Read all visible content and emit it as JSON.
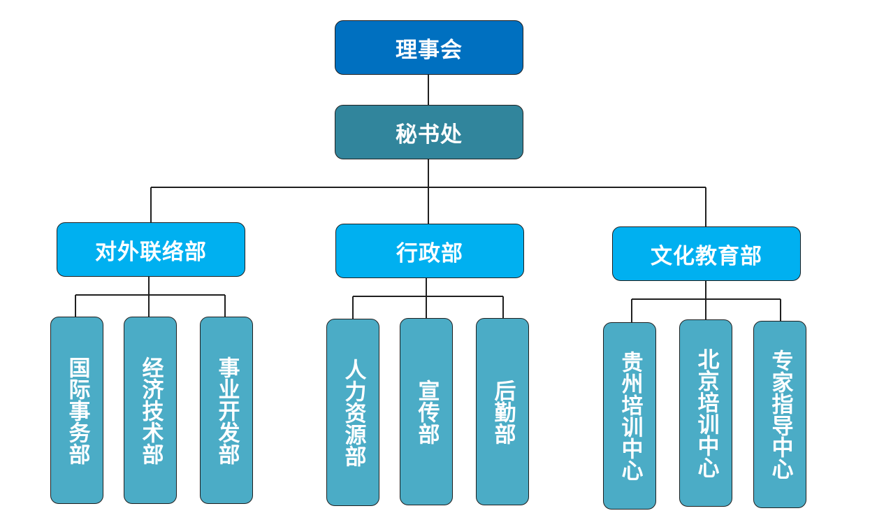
{
  "colors": {
    "root": "#0070c0",
    "secretariat": "#31859c",
    "department": "#00b0f0",
    "unit": "#4bacc6",
    "line": "#1f1f1f"
  },
  "root": {
    "label": "理事会"
  },
  "secretariat": {
    "label": "秘书处"
  },
  "departments": [
    {
      "label": "对外联络部",
      "units": [
        "国际事务部",
        "经济技术部",
        "事业开发部"
      ]
    },
    {
      "label": "行政部",
      "units": [
        "人力资源部",
        "宣传部",
        "后勤部"
      ]
    },
    {
      "label": "文化教育部",
      "units": [
        "贵州培训中心",
        "北京培训中心",
        "专家指导中心"
      ]
    }
  ]
}
